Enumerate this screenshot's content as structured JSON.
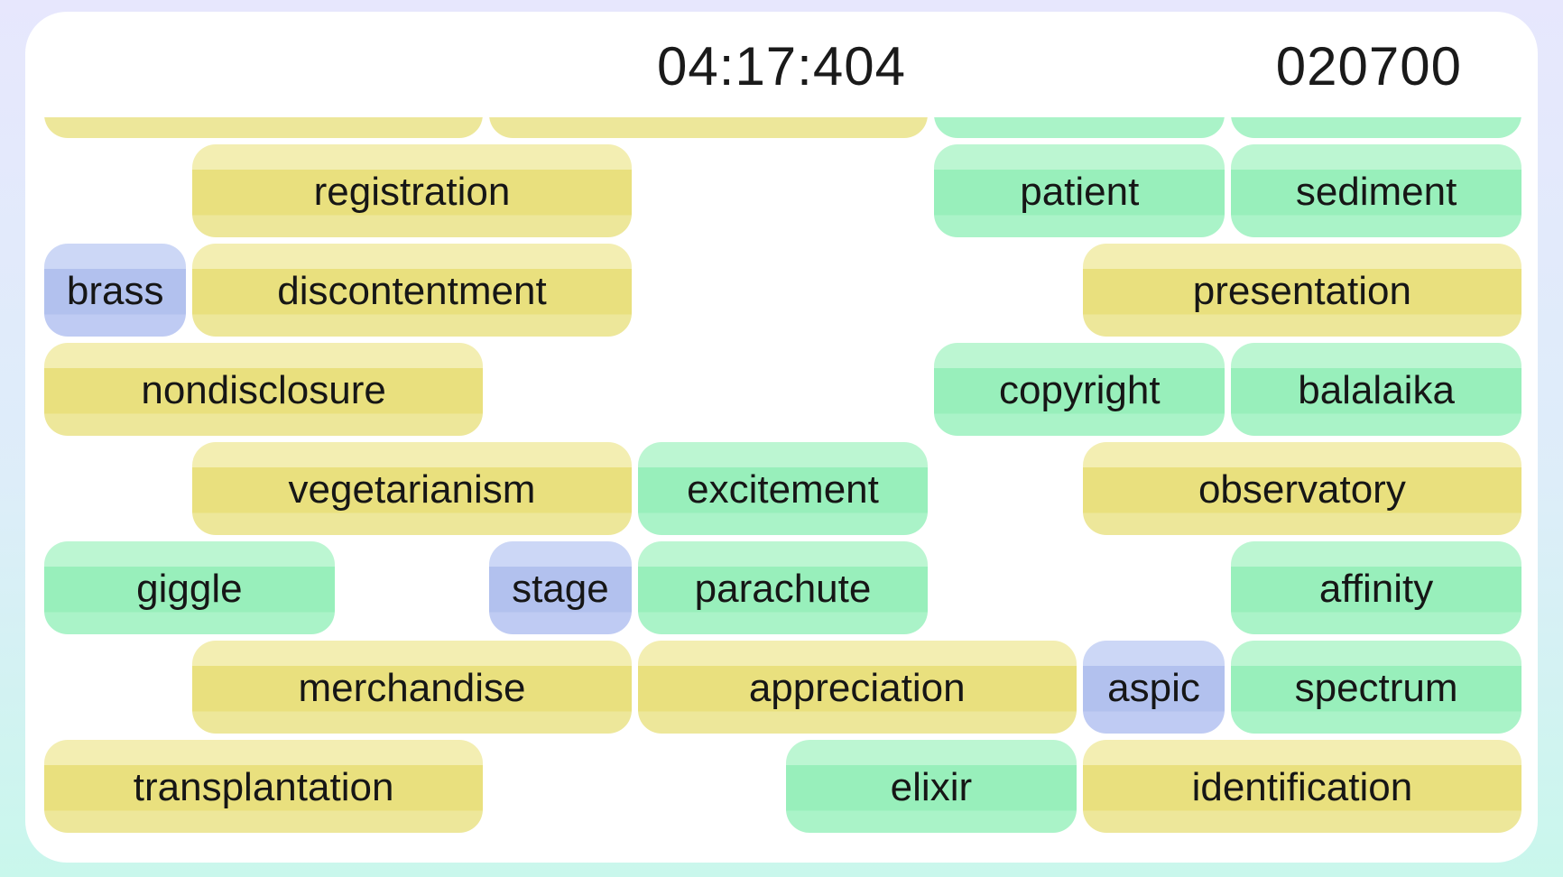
{
  "header": {
    "timer": "04:17:404",
    "score": "020700"
  },
  "palette": {
    "yellow": {
      "top": "#f3eeb2",
      "body": "#e9e07e",
      "bottom": "#ede79a"
    },
    "green": {
      "top": "#bcf6d2",
      "body": "#98efbb",
      "bottom": "#aaf3c8"
    },
    "blue": {
      "top": "#ccd7f6",
      "body": "#b2c1ee",
      "bottom": "#bfcbf3"
    },
    "card_background": "#ffffff",
    "page_gradient": [
      "#e7e7fd",
      "#ddedf9",
      "#c9f7ec"
    ],
    "text": "#1a1a1a"
  },
  "board": {
    "pills": [
      {
        "row": 0,
        "col": 0,
        "units": 3,
        "color": "yellow",
        "word": ""
      },
      {
        "row": 0,
        "col": 3,
        "units": 3,
        "color": "yellow",
        "word": ""
      },
      {
        "row": 0,
        "col": 6,
        "units": 2,
        "color": "green",
        "word": ""
      },
      {
        "row": 0,
        "col": 8,
        "units": 2,
        "color": "green",
        "word": ""
      },
      {
        "row": 1,
        "col": 1,
        "units": 3,
        "color": "yellow",
        "word": "registration"
      },
      {
        "row": 1,
        "col": 6,
        "units": 2,
        "color": "green",
        "word": "patient"
      },
      {
        "row": 1,
        "col": 8,
        "units": 2,
        "color": "green",
        "word": "sediment"
      },
      {
        "row": 2,
        "col": 0,
        "units": 1,
        "color": "blue",
        "word": "brass"
      },
      {
        "row": 2,
        "col": 1,
        "units": 3,
        "color": "yellow",
        "word": "discontentment"
      },
      {
        "row": 2,
        "col": 7,
        "units": 3,
        "color": "yellow",
        "word": "presentation"
      },
      {
        "row": 3,
        "col": 0,
        "units": 3,
        "color": "yellow",
        "word": "nondisclosure"
      },
      {
        "row": 3,
        "col": 6,
        "units": 2,
        "color": "green",
        "word": "copyright"
      },
      {
        "row": 3,
        "col": 8,
        "units": 2,
        "color": "green",
        "word": "balalaika"
      },
      {
        "row": 4,
        "col": 1,
        "units": 3,
        "color": "yellow",
        "word": "vegetarianism"
      },
      {
        "row": 4,
        "col": 4,
        "units": 2,
        "color": "green",
        "word": "excitement"
      },
      {
        "row": 4,
        "col": 7,
        "units": 3,
        "color": "yellow",
        "word": "observatory"
      },
      {
        "row": 5,
        "col": 0,
        "units": 2,
        "color": "green",
        "word": "giggle"
      },
      {
        "row": 5,
        "col": 3,
        "units": 1,
        "color": "blue",
        "word": "stage"
      },
      {
        "row": 5,
        "col": 4,
        "units": 2,
        "color": "green",
        "word": "parachute"
      },
      {
        "row": 5,
        "col": 8,
        "units": 2,
        "color": "green",
        "word": "affinity"
      },
      {
        "row": 6,
        "col": 1,
        "units": 3,
        "color": "yellow",
        "word": "merchandise"
      },
      {
        "row": 6,
        "col": 4,
        "units": 3,
        "color": "yellow",
        "word": "appreciation"
      },
      {
        "row": 6,
        "col": 7,
        "units": 1,
        "color": "blue",
        "word": "aspic"
      },
      {
        "row": 6,
        "col": 8,
        "units": 2,
        "color": "green",
        "word": "spectrum"
      },
      {
        "row": 7,
        "col": 0,
        "units": 3,
        "color": "yellow",
        "word": "transplantation"
      },
      {
        "row": 7,
        "col": 5,
        "units": 2,
        "color": "green",
        "word": "elixir"
      },
      {
        "row": 7,
        "col": 7,
        "units": 3,
        "color": "yellow",
        "word": "identification"
      }
    ]
  }
}
